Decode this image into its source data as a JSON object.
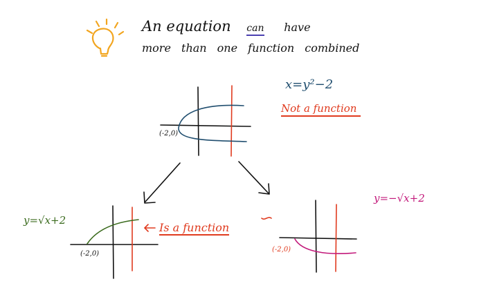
{
  "header": {
    "line1_prefix": "An equation",
    "line1_emphasis": "can",
    "line1_suffix": "have",
    "line2": "more than one function combined"
  },
  "top_graph": {
    "equation": "x=y²−2",
    "note": "Not a function",
    "point_label": "(-2,0)"
  },
  "left_graph": {
    "equation": "y=√x+2",
    "note": "Is a function",
    "point_label": "(-2,0)"
  },
  "right_graph": {
    "equation": "y=−√x+2",
    "point_label": "(-2,0)"
  },
  "colors": {
    "bulb": "#f2a51f",
    "black": "#111111",
    "red": "#e03a1e",
    "blue": "#1f4d6e",
    "green": "#3b6b1e",
    "pink": "#c2187a",
    "underline": "#4a3fb0"
  },
  "icons": [
    "lightbulb-icon"
  ]
}
